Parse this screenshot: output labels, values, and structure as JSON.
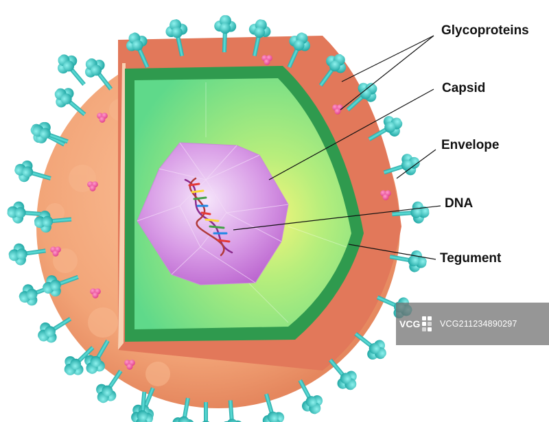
{
  "labels": {
    "glycoproteins": "Glycoproteins",
    "capsid": "Capsid",
    "envelope": "Envelope",
    "dna": "DNA",
    "tegument": "Tegument"
  },
  "watermark": {
    "logo_text": "VCG",
    "id_text": "VCG211234890297"
  },
  "colors": {
    "envelope": "#f2a477",
    "envelope_cut": "#e2785a",
    "capsid_ring": "#2f9a4e",
    "tegument": "#7de07a",
    "icosahedron": "#d998e6",
    "spike": "#39c7c2",
    "envelope_dot": "#ef5aa0"
  },
  "icons": [
    "glycoprotein-spike-icon",
    "dna-helix-icon",
    "vcg-logo-icon"
  ]
}
